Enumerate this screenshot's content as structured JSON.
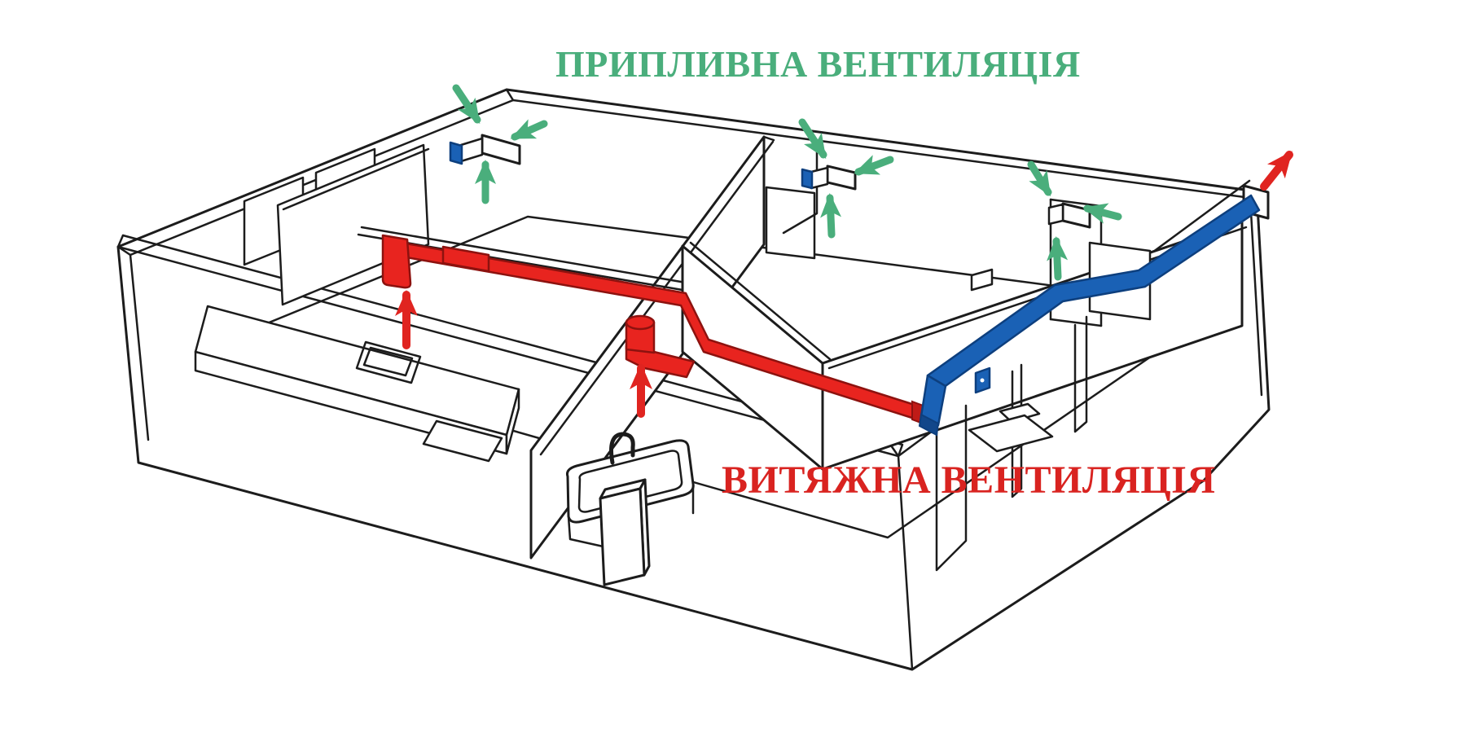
{
  "labels": {
    "supply": "ПРИПЛИВНА ВЕНТИЛЯЦІЯ",
    "exhaust": "ВИТЯЖНА ВЕНТИЛЯЦІЯ"
  },
  "colors": {
    "supply_green": "#4aae7c",
    "exhaust_red": "#d92320",
    "arrow_red": "#e02420",
    "duct_red": "#e8241f",
    "duct_red_dark": "#8d120f",
    "duct_blue": "#1a61b5",
    "duct_blue_dark": "#0d3f7e",
    "line_black": "#1c1c1c",
    "background": "#ffffff"
  },
  "diagram": {
    "type": "isometric-apartment-cutaway-ventilation-scheme",
    "supply_vents": [
      {
        "id": 1,
        "wall": "back-left wall",
        "cap_color": "blue",
        "green_arrows": 3
      },
      {
        "id": 2,
        "wall": "back-right wall, middle room",
        "cap_color": "blue",
        "green_arrows": 3
      },
      {
        "id": 3,
        "wall": "back-right wall, right room",
        "cap_color": "white",
        "green_arrows": 3
      }
    ],
    "exhaust_duct_red": {
      "route": "left elbow above kitchen → ceiling run with coupling → inline fan above bathroom → lower run → end cap at riser",
      "intake_arrows_red": 2
    },
    "transit_duct_blue": {
      "route": "riser drop near red duct end → diagonal run along corridor wall → outdoor outlet at top-right wall",
      "wall_grille": "small blue grille below duct",
      "outlet_arrow": "red arrow up-right outside the wall"
    },
    "fixtures": [
      "kitchen-counter",
      "kitchen-sink",
      "bathtub",
      "bath-faucet",
      "water-heater-column",
      "wall-openings",
      "floor-hatch",
      "door-thresholds"
    ]
  }
}
